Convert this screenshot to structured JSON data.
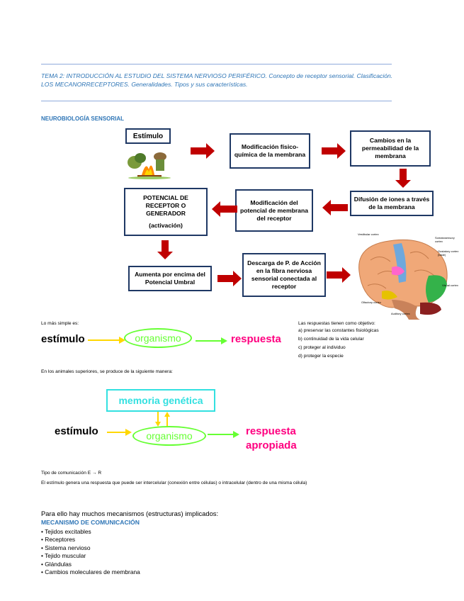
{
  "header": {
    "text": "TEMA 2:  INTRODUCCIÓN AL ESTUDIO DEL SISTEMA NERVIOSO PERIFÉRICO. Concepto de receptor sensorial. Clasificación. LOS MECANORRECEPTORES. Generalidades. Tipos y sus características."
  },
  "section1": {
    "title": "NEUROBIOLOGÍA SENSORIAL"
  },
  "flow": {
    "estimulo": "Estímulo",
    "mod_fisico": "Modificación físico-química de la membrana",
    "cambios": "Cambios en la permeabilidad de la membrana",
    "difusion": "Difusión de iones a través de la membrana",
    "mod_potencial": "Modificación del potencial de membrana del receptor",
    "potencial_l1": "POTENCIAL DE RECEPTOR O GENERADOR",
    "potencial_l2": "(activación)",
    "aumenta": "Aumenta por encima del Potencial Umbral",
    "descarga": "Descarga de P. de Acción en la fibra nerviosa sensorial conectada al receptor"
  },
  "brain_labels": {
    "vestibular": "Vestibular cortex",
    "somatosensory": "Somatosensory cortex",
    "gustatory": "Gustatory cortex (taste)",
    "visual": "Visual cortex",
    "olfactory": "Olfactory cortex",
    "auditory": "Auditory cortex"
  },
  "simple": {
    "intro": "Lo más simple es:",
    "estimulo": "estímulo",
    "organismo": "organismo",
    "respuesta": "respuesta"
  },
  "objetivos": {
    "title": "Las respuestas tienen como objetivo:",
    "items": [
      "a) preservar las constantes fisiológicas",
      "b) continuidad de la vida celular",
      "c) proteger al individuo",
      "d) proteger la especie"
    ]
  },
  "superiores": {
    "intro": "En los animales superiores, se produce de la siguiente manera:",
    "memoria": "memoria genética",
    "estimulo": "estímulo",
    "organismo": "organismo",
    "respuesta_l1": "respuesta",
    "respuesta_l2": "apropiada"
  },
  "comunicacion": {
    "tipo": "Tipo de comunicación E → R",
    "texto": "El estímulo genera una respuesta que puede ser intercelular (conexión entre células) o intracelular (dentro de una misma célula)"
  },
  "mecanismos": {
    "intro": "Para ello hay muchos mecanismos (estructuras) implicados:",
    "title": "MECANISMO DE COMUNICACIÓN",
    "items": [
      "Tejidos excitables",
      "Receptores",
      "Sistema nervioso",
      "Tejido muscular",
      "Glándulas",
      "Cambios moleculares de membrana"
    ]
  },
  "colors": {
    "accent_blue": "#2e75b6",
    "box_border": "#1f3864",
    "arrow_red": "#c00000",
    "green": "#66ff33",
    "yellow": "#ffd700",
    "magenta": "#ff0080",
    "cyan": "#33e0e0"
  }
}
